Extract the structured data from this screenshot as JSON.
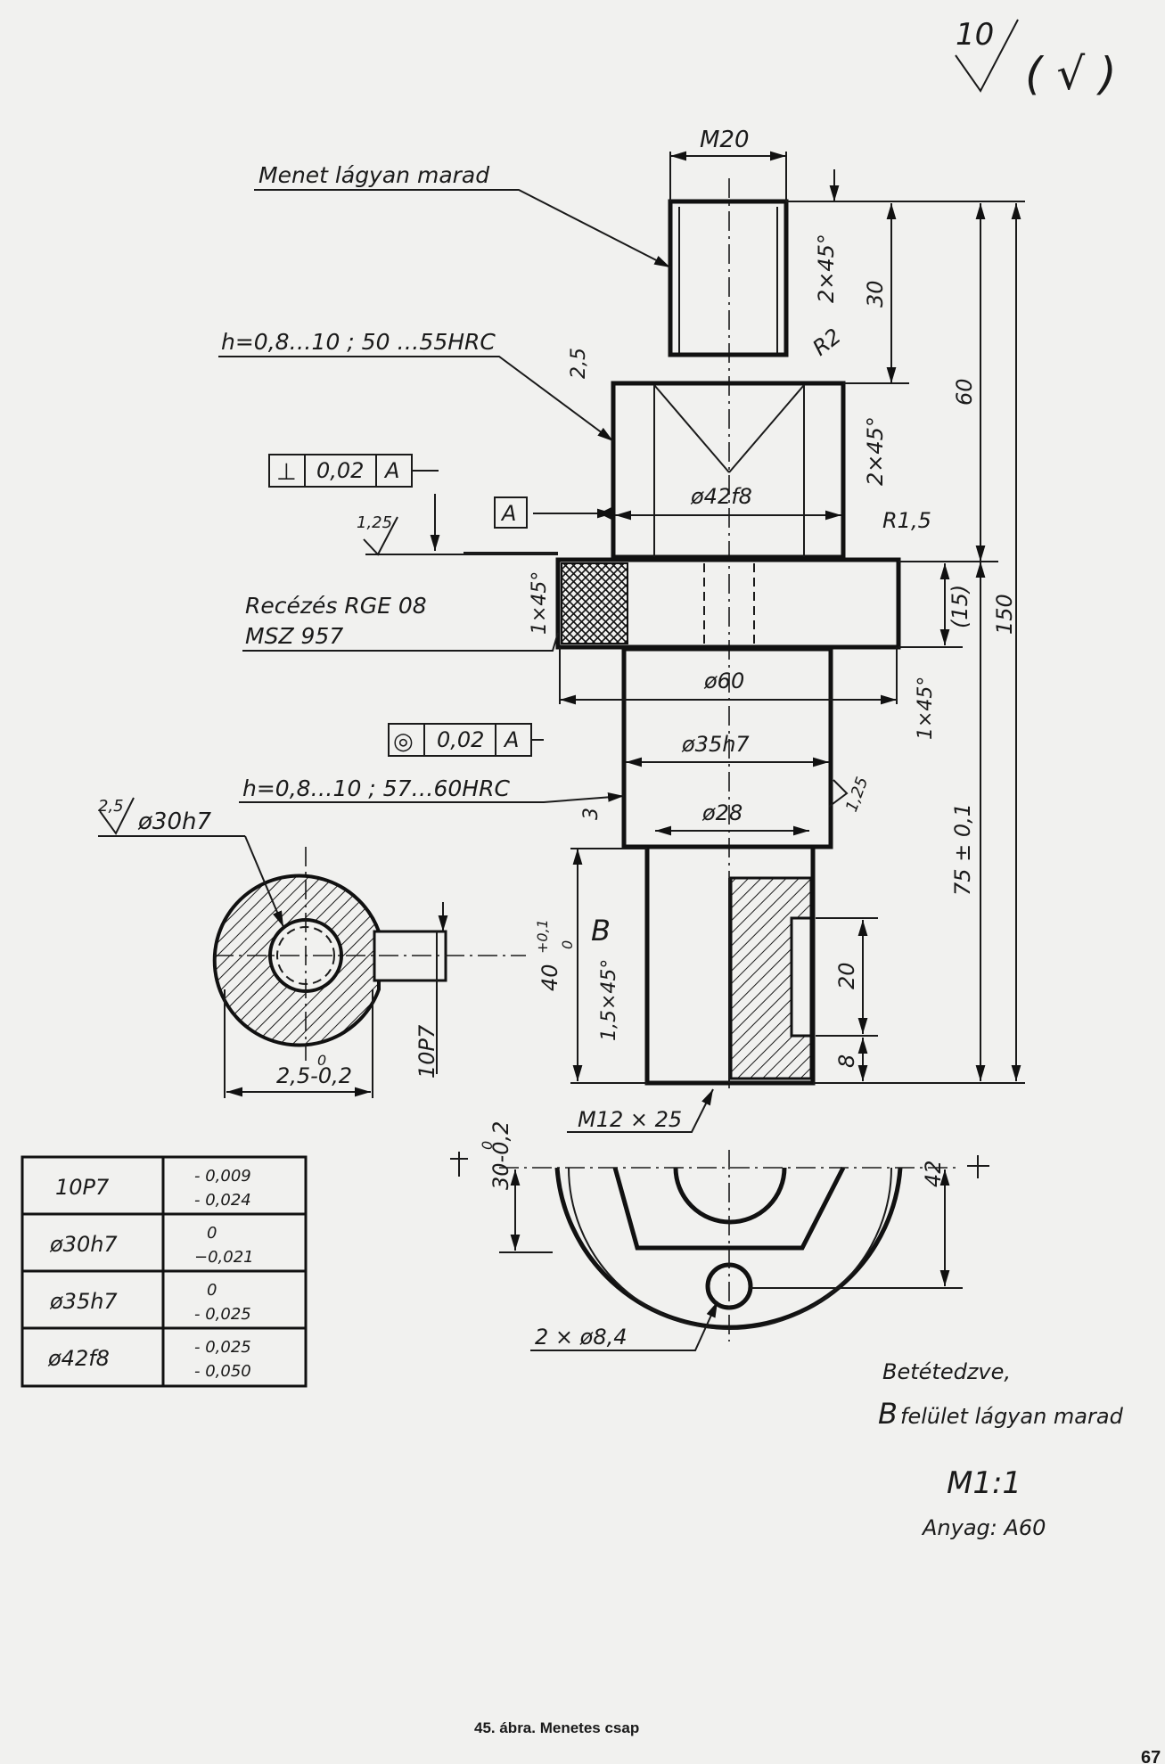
{
  "surface_symbol": {
    "value": "10",
    "paren": "( √ )"
  },
  "notes": {
    "thread_soft": "Menet lágyan marad",
    "hardness_top": "h=0,8…10 ; 50 …55HRC",
    "knurl_line1": "Recézés RGE 08",
    "knurl_line2": "MSZ 957",
    "hardness_mid": "h=0,8…10 ; 57…60HRC",
    "case_hardened": "Betétedzve,",
    "b_surface": "felület lágyan marad",
    "scale": "M1:1",
    "material": "Anyag: A60"
  },
  "datums": {
    "a_box": "A",
    "b_label": "B"
  },
  "tolerance_frames": [
    {
      "symbol": "⊥",
      "value": "0,02",
      "datum": "A"
    },
    {
      "symbol": "◎",
      "value": "0,02",
      "datum": "A"
    }
  ],
  "roughness": {
    "r1": "1,25",
    "r2": "2,5",
    "r3": "1,25"
  },
  "dimensions": {
    "m20": "M20",
    "chamfer_2x45_a": "2×45°",
    "d30": "30",
    "d60": "60",
    "r2": "R2",
    "d2_5": "2,5",
    "chamfer_2x45_b": "2×45°",
    "phi42": "ø42f8",
    "r1_5": "R1,5",
    "d15": "(15)",
    "d150": "150",
    "chamfer_1x45_a": "1×45°",
    "phi60": "ø60",
    "chamfer_1x45_b": "1×45°",
    "phi35": "ø35h7",
    "d3": "3",
    "phi28": "ø28",
    "d75": "75 ± 0,1",
    "d40": "40",
    "d40_tol_up": "+0,1",
    "d40_tol_low": "0",
    "chamfer_1_5x45": "1,5×45°",
    "d20": "20",
    "d8": "8",
    "m12": "M12 × 25",
    "phi30": "ø30h7",
    "p7": "10P7",
    "d2_5_tol": "2,5-0,2",
    "d2_5_tol_up": "0",
    "d30_02": "30-0,2",
    "d30_02_up": "0",
    "d42": "42",
    "holes": "2 × ø8,4"
  },
  "table": {
    "rows": [
      {
        "fit": "10P7",
        "upper": "- 0,009",
        "lower": "- 0,024"
      },
      {
        "fit": "ø30h7",
        "upper": "0",
        "lower": "−0,021"
      },
      {
        "fit": "ø35h7",
        "upper": "0",
        "lower": "- 0,025"
      },
      {
        "fit": "ø42f8",
        "upper": "- 0,025",
        "lower": "- 0,050"
      }
    ]
  },
  "caption": "45. ábra. Menetes csap",
  "page_number": "67"
}
